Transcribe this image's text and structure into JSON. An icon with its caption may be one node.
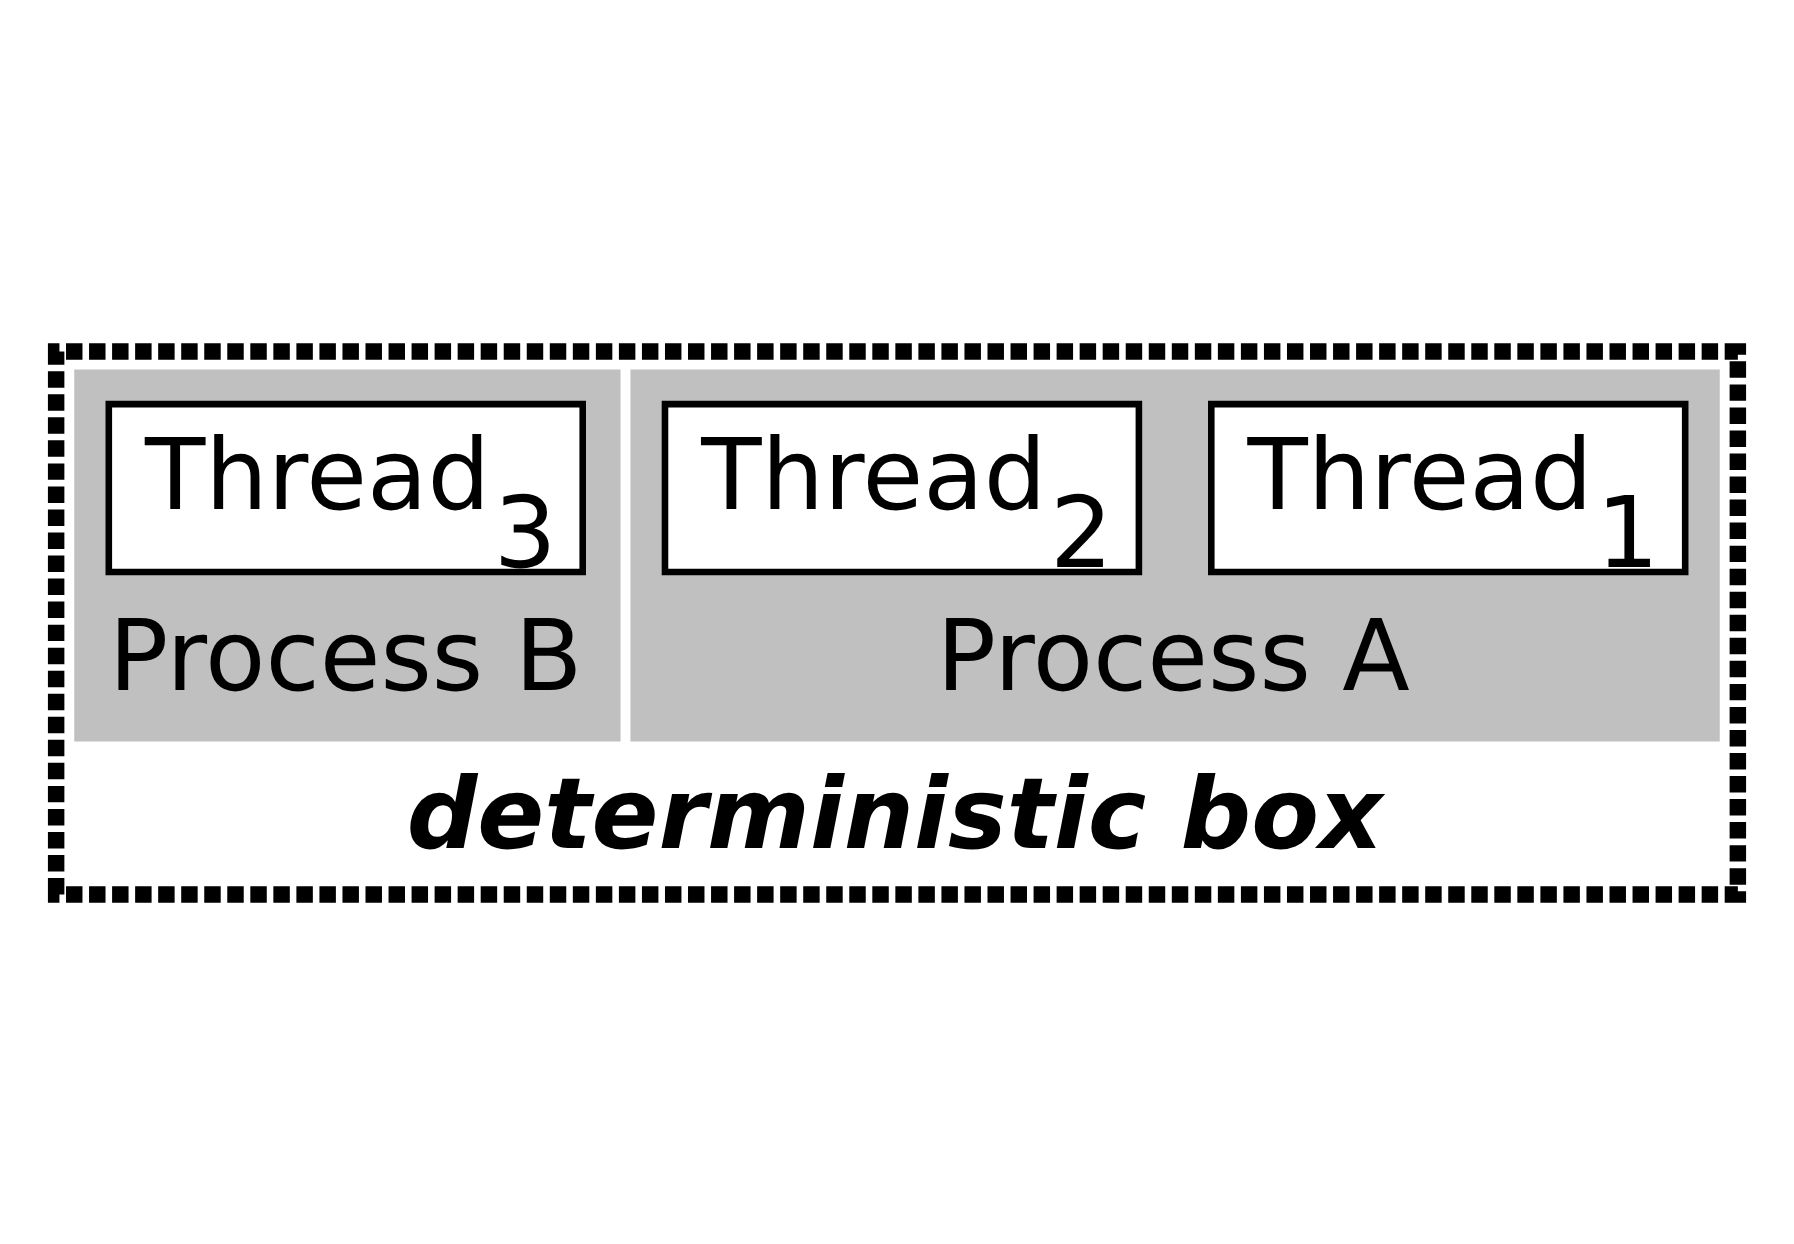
{
  "diagram": {
    "nodes": [
      {
        "text": [
          "deterministic box"
        ]
      },
      {
        "text": [
          "Process A"
        ],
        "in": 0
      },
      {
        "text": [
          "Thread$_{1}$"
        ],
        "in": 1
      },
      {
        "text": [
          "Thread$_{2}$"
        ],
        "in": 1
      },
      {
        "text": [
          "Process B"
        ],
        "in": 0
      },
      {
        "text": [
          "Thread$_{3}$"
        ],
        "in": 4
      }
    ]
  }
}
